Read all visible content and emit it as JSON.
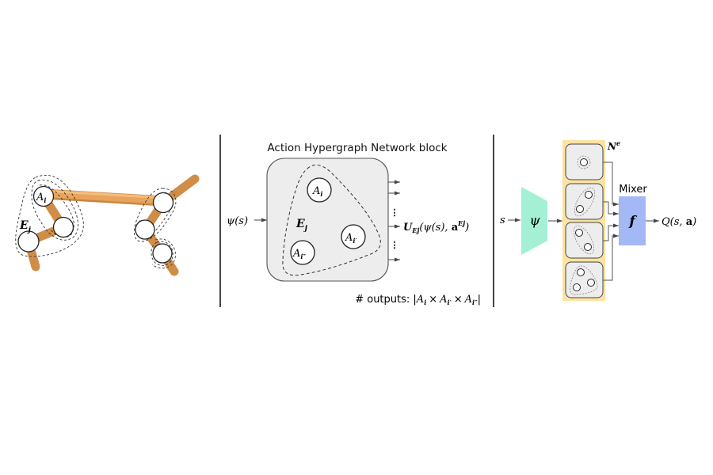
{
  "panels": {
    "robot": {
      "hyperedge_label": "E",
      "hyperedge_sub": "j",
      "node_label": "A",
      "node_sub": "i"
    },
    "network_block": {
      "title": "Action Hypergraph Network block",
      "input_label": "ψ(s)",
      "hyperedge_label": "E",
      "hyperedge_sub": "j",
      "nodes": [
        {
          "label": "A",
          "sub": "i"
        },
        {
          "label": "A",
          "sub": "i′"
        },
        {
          "label": "A",
          "sub": "i″"
        }
      ],
      "output_label": {
        "U": "U",
        "U_sub": "Ej",
        "args_open": "(ψ(s), ",
        "a": "a",
        "a_sup": "Ej",
        "args_close": ")"
      },
      "ellipsis": "⋮",
      "outputs_caption": {
        "prefix": "# outputs: |",
        "terms": [
          {
            "label": "A",
            "sub": "i"
          },
          {
            "label": "A",
            "sub": "i′"
          },
          {
            "label": "A",
            "sub": "i″"
          }
        ],
        "times": "×",
        "suffix": "|"
      }
    },
    "architecture": {
      "input_label": "s",
      "encoder_label": "ψ",
      "ensemble_label": "N",
      "ensemble_sup": "e",
      "mixer_title": "Mixer",
      "mixer_label": "f",
      "output_label": "Q(s, a)",
      "output_Q": "Q",
      "output_args_open": "(s, ",
      "output_a": "a",
      "output_args_close": ")",
      "colors": {
        "encoder": "#A3F0D4",
        "ensemble_bg": "#FDE3A0",
        "mixer": "#A3B8F5",
        "cell": "#EDEDED"
      }
    }
  },
  "colors": {
    "limb": "#E8A45C",
    "limb_dark": "#C98640",
    "block_fill": "#EDEDED",
    "divider": "#444444"
  }
}
